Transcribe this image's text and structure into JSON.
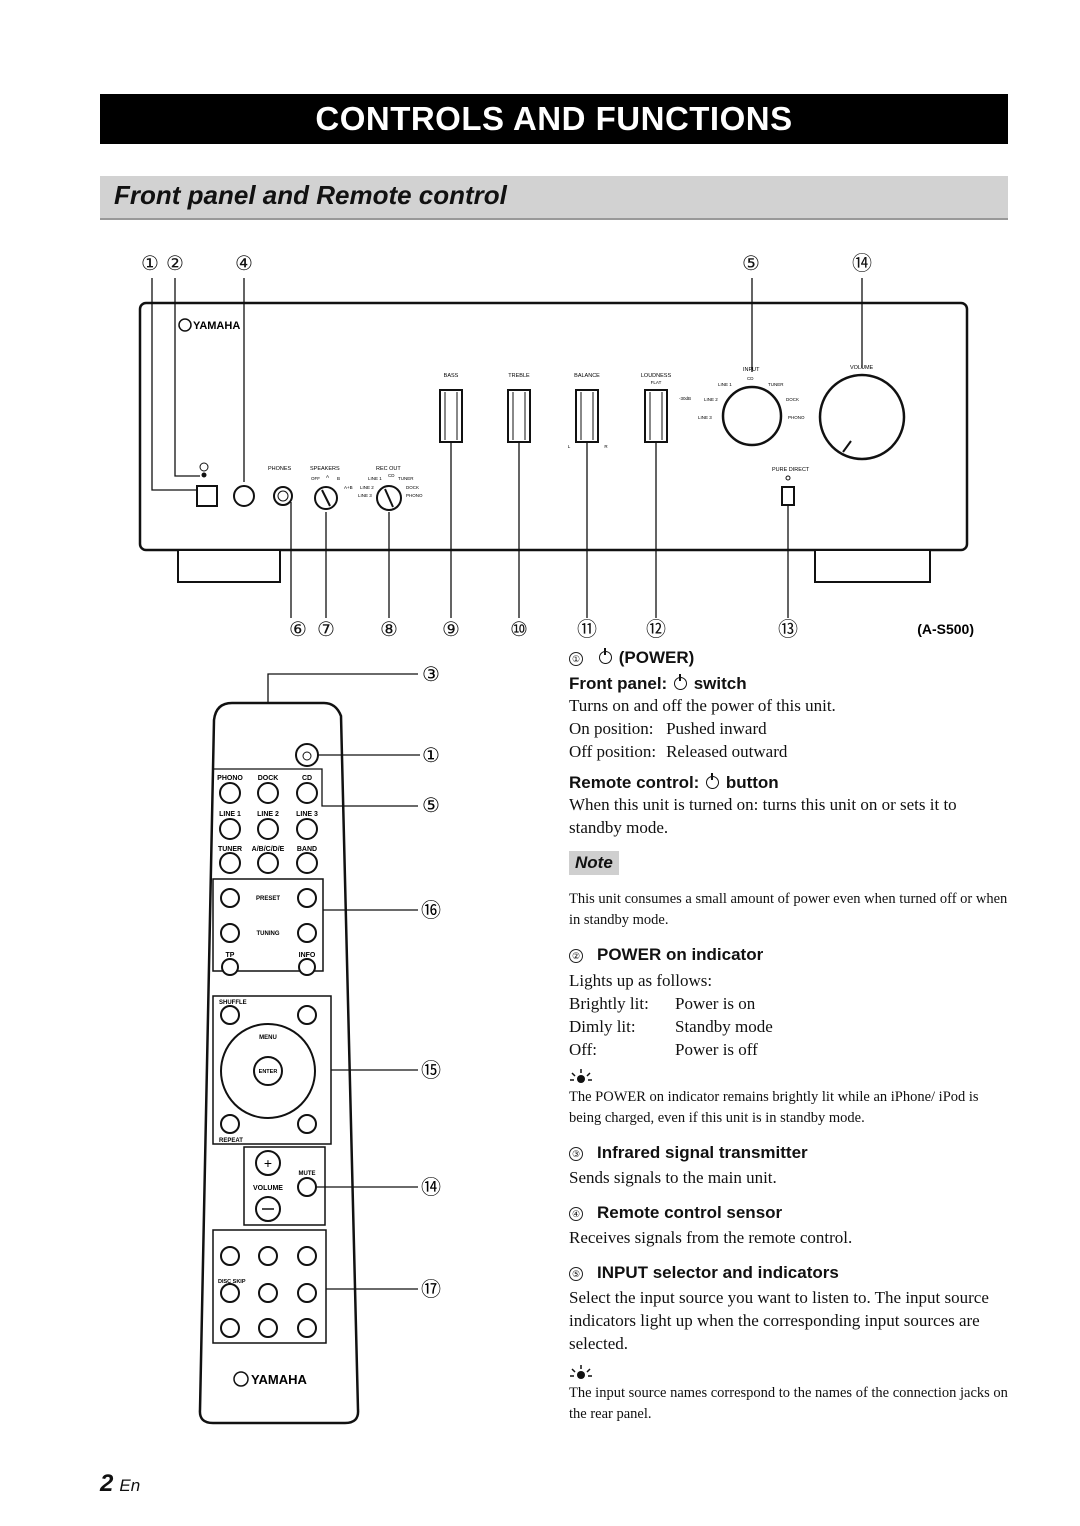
{
  "banner_title": "CONTROLS AND FUNCTIONS",
  "section_title": "Front panel  and Remote control",
  "model_label": "(A-S500)",
  "callouts_top": [
    "①",
    "②",
    "④",
    "⑤",
    "⑭"
  ],
  "callouts_bottom": [
    "⑥",
    "⑦",
    "⑧",
    "⑨",
    "⑩",
    "⑪",
    "⑫",
    "⑬"
  ],
  "callouts_remote": [
    "③",
    "①",
    "⑤",
    "⑯",
    "⑮",
    "⑭",
    "⑰"
  ],
  "front_panel": {
    "brand": "YAMAHA",
    "labels": {
      "bass": "BASS",
      "treble": "TREBLE",
      "balance": "BALANCE",
      "loudness": "LOUDNESS",
      "input": "INPUT",
      "volume": "VOLUME",
      "phones": "PHONES",
      "speakers": "SPEAKERS",
      "rec_out": "REC OUT",
      "pure_direct": "PURE DIRECT",
      "flat": "FLAT",
      "db": "-30dB",
      "cd": "CD",
      "line1": "LINE 1",
      "line2": "LINE 2",
      "line3": "LINE 3",
      "tuner": "TUNER",
      "dock": "DOCK",
      "phono": "PHONO",
      "off": "OFF",
      "a": "A",
      "b": "B",
      "ab": "A+B",
      "l": "L",
      "r": "R"
    }
  },
  "remote": {
    "brand": "YAMAHA",
    "labels": {
      "phono": "PHONO",
      "dock": "DOCK",
      "cd": "CD",
      "line1": "LINE 1",
      "line2": "LINE 2",
      "line3": "LINE 3",
      "tuner": "TUNER",
      "abcde": "A/B/C/D/E",
      "band": "BAND",
      "preset": "PRESET",
      "tuning": "TUNING",
      "tp": "TP",
      "info": "INFO",
      "shuffle": "SHUFFLE",
      "menu": "MENU",
      "enter": "ENTER",
      "repeat": "REPEAT",
      "mute": "MUTE",
      "volume": "VOLUME",
      "disc_skip": "DISC SKIP"
    }
  },
  "items": {
    "power": {
      "num": "①",
      "title": "(POWER)",
      "sub1": "Front panel:",
      "sub1_suffix": "switch",
      "desc": "Turns on and off the power of this unit.",
      "rows": [
        [
          "On position:",
          "Pushed inward"
        ],
        [
          "Off position:",
          "Released outward"
        ]
      ],
      "sub2": "Remote control:",
      "sub2_suffix": "button",
      "desc2": "When this unit is turned on: turns this unit on or sets it to standby mode.",
      "note_label": "Note",
      "note": "This unit consumes a small amount of power even when turned off or when in standby mode."
    },
    "indicator": {
      "num": "②",
      "title": "POWER on indicator",
      "desc": "Lights up as follows:",
      "rows": [
        [
          "Brightly lit:",
          "Power is on"
        ],
        [
          "Dimly lit:",
          "Standby mode"
        ],
        [
          "Off:",
          "Power is off"
        ]
      ],
      "tip": "The POWER on indicator remains brightly lit while an iPhone/ iPod is being charged, even if this unit is in standby mode."
    },
    "infrared": {
      "num": "③",
      "title": "Infrared signal transmitter",
      "desc": "Sends signals to the main unit."
    },
    "sensor": {
      "num": "④",
      "title": "Remote control sensor",
      "desc": "Receives signals from the remote control."
    },
    "input": {
      "num": "⑤",
      "title": "INPUT selector and indicators",
      "desc": "Select the input source you want to listen to. The input source indicators light up when the corresponding input sources are selected.",
      "tip": "The input source names correspond to the names of the connection jacks on the rear panel."
    }
  },
  "page": {
    "number": "2",
    "lang": "En"
  }
}
